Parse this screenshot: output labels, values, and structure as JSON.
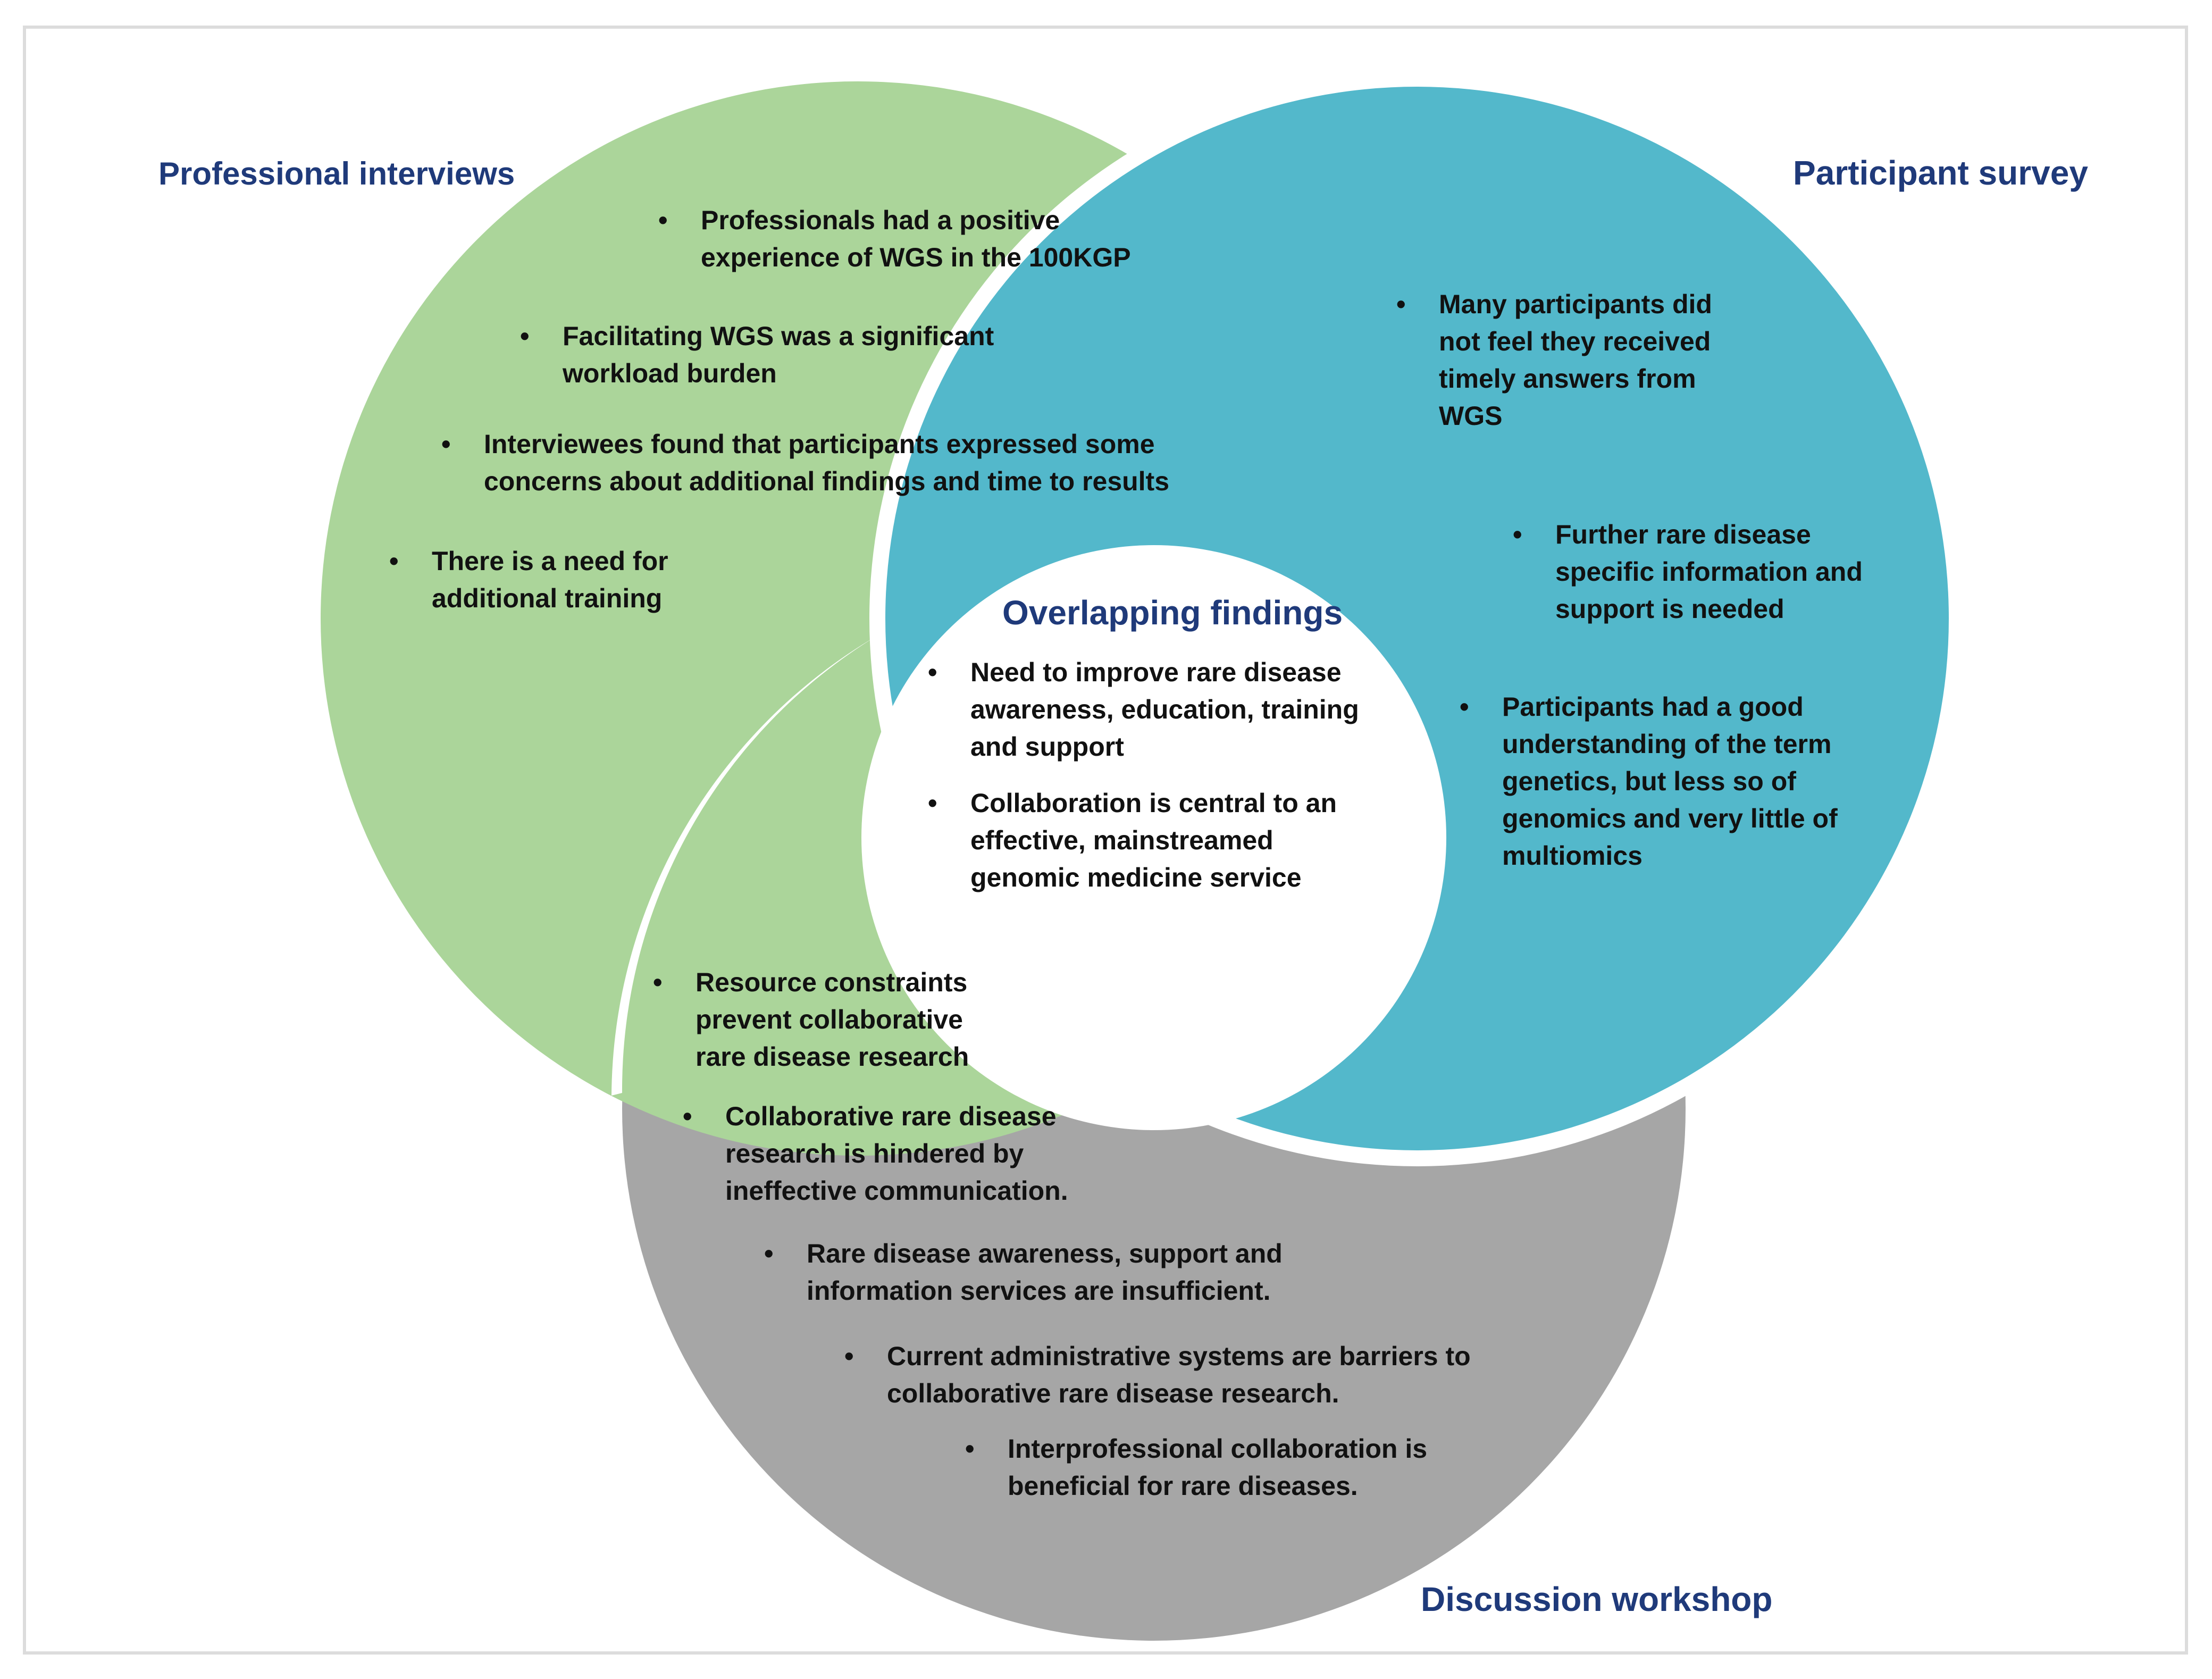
{
  "colors": {
    "professional": "#abd59a",
    "participant": "#53b8cb",
    "workshop": "#a6a6a6",
    "center": "#ffffff",
    "heading": "#1f3a7a",
    "text": "#111111"
  },
  "bullet_symbol": "•",
  "sections": {
    "professional": {
      "title": "Professional interviews",
      "items": [
        "Professionals had a positive experience of WGS in the 100KGP",
        "Facilitating WGS was a significant workload burden",
        "Interviewees found that participants expressed some concerns about additional findings and time to results",
        "There is a need for additional training"
      ]
    },
    "participant": {
      "title": "Participant survey",
      "items": [
        "Many participants did not feel they received timely answers from WGS",
        "Further rare disease specific information and support is needed",
        "Participants had a good understanding of the term genetics, but less so of genomics and very little of multiomics"
      ]
    },
    "overlap": {
      "title": "Overlapping findings",
      "items": [
        "Need to improve rare disease awareness, education, training and support",
        "Collaboration is central to an effective, mainstreamed genomic medicine service"
      ]
    },
    "workshop": {
      "title": "Discussion workshop",
      "items": [
        "Resource constraints prevent collaborative rare disease research",
        "Collaborative rare disease research is hindered by ineffective communication.",
        "Rare disease awareness, support and information services are insufficient.",
        "Current administrative systems are barriers to collaborative rare disease research.",
        "Interprofessional collaboration is beneficial for rare diseases."
      ]
    }
  }
}
